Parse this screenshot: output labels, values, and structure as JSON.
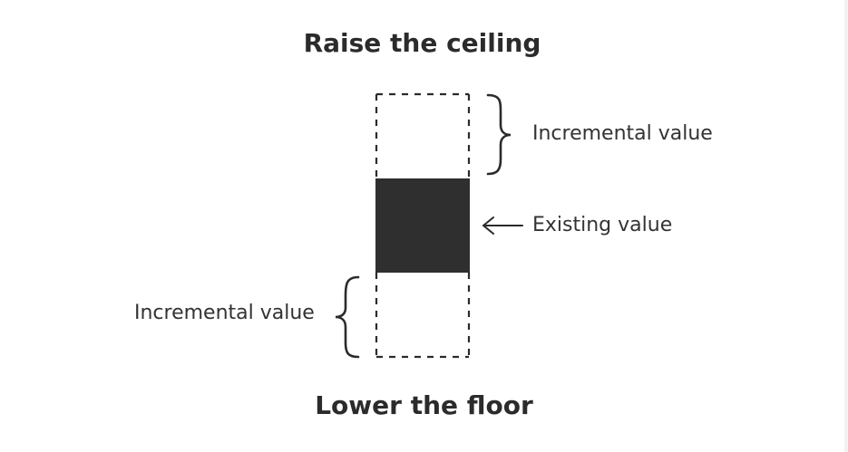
{
  "title_top": "Raise the ceiling",
  "title_bottom": "Lower the floor",
  "labels": {
    "incremental_top": "Incremental value",
    "existing": "Existing value",
    "incremental_bottom": "Incremental value"
  },
  "colors": {
    "text": "#2b2b2b",
    "existing_fill": "#2f2f2f",
    "dashed_outline": "#2b2b2b",
    "background": "#ffffff"
  },
  "icons": [
    "curly-brace-icon",
    "left-arrow-icon",
    "curly-brace-icon"
  ]
}
